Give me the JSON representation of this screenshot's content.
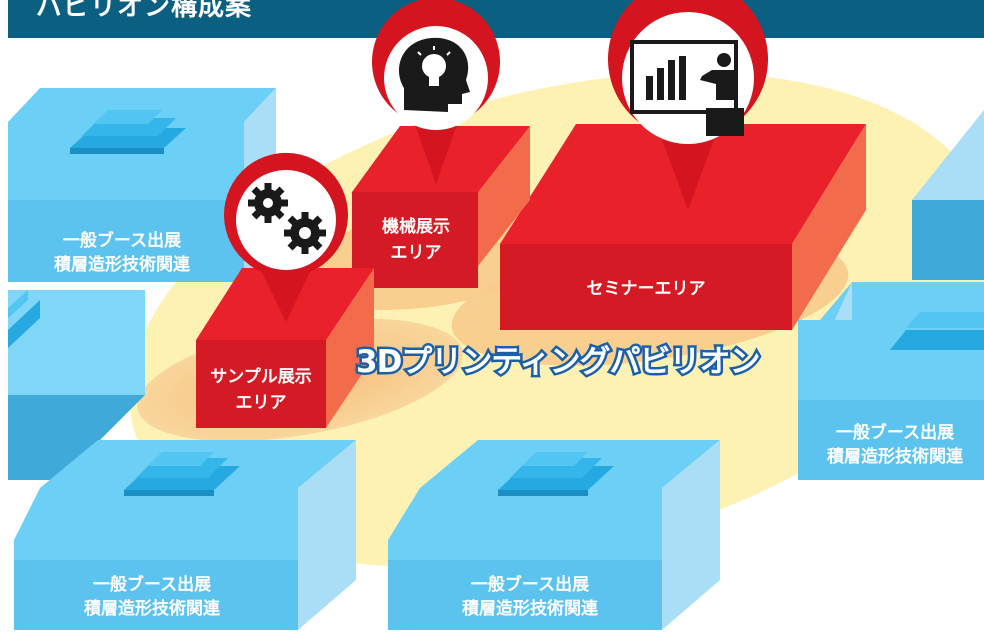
{
  "header": {
    "title": "パビリオン構成案"
  },
  "pavilion": {
    "title": "3Dプリンティングパビリオン"
  },
  "areas": {
    "machine": {
      "line1": "機械展示",
      "line2": "エリア",
      "icon": "lightbulb-head-icon"
    },
    "seminar": {
      "label": "セミナーエリア",
      "icon": "presentation-icon"
    },
    "sample": {
      "line1": "サンプル展示",
      "line2": "エリア",
      "icon": "gears-icon"
    }
  },
  "booths": {
    "top_left": {
      "line1": "一般ブース出展",
      "line2": "積層造形技術関連"
    },
    "right": {
      "line1": "一般ブース出展",
      "line2": "積層造形技術関連"
    },
    "bottom_left": {
      "line1": "一般ブース出展",
      "line2": "積層造形技術関連"
    },
    "bottom_center": {
      "line1": "一般ブース出展",
      "line2": "積層造形技術関連"
    }
  },
  "colors": {
    "header": "#0b5f80",
    "booth_top": "#6ccff5",
    "booth_front": "#3fa9d9",
    "booth_side": "#a9def6",
    "area_red": "#e8212b",
    "area_red_dark": "#b8151d",
    "floor_yellow": "#fdf2b3",
    "floor_orange": "#f7c17f",
    "pin_red": "#d4141f"
  }
}
